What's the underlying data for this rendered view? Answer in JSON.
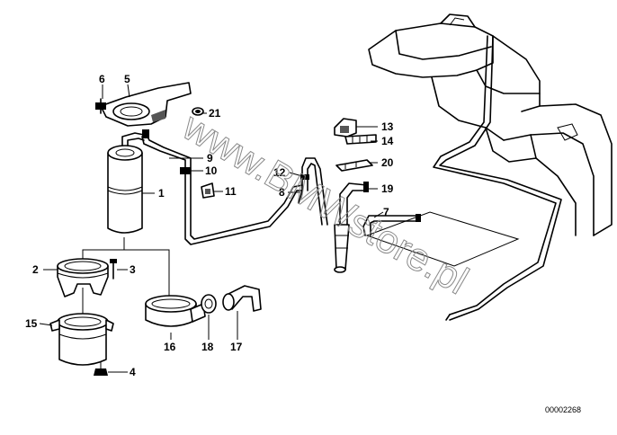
{
  "watermark": "www.BMWstore.pl",
  "diagram_code": "00002268",
  "part_numbers": [
    "1",
    "2",
    "3",
    "4",
    "5",
    "6",
    "7",
    "8",
    "9",
    "10",
    "11",
    "12",
    "13",
    "14",
    "15",
    "16",
    "17",
    "18",
    "19",
    "20",
    "21"
  ]
}
